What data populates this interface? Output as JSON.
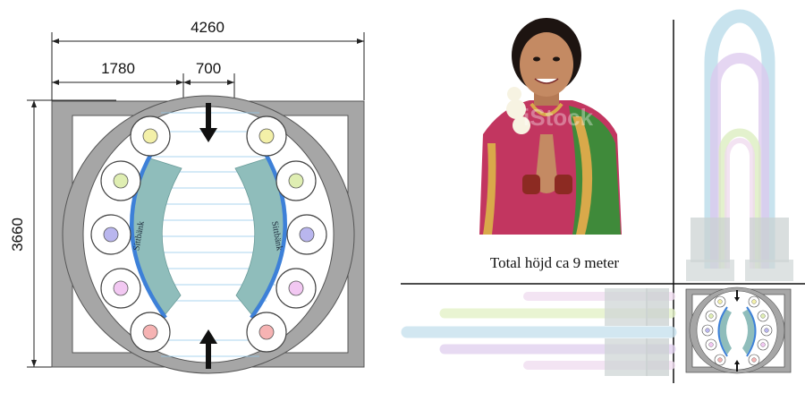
{
  "dimensions": {
    "total_width": "4260",
    "left_wall": "1780",
    "opening": "700",
    "total_height": "3660"
  },
  "bench_label": "Sittbänk",
  "caption": "Total höjd ca 9 meter",
  "watermark": "iStock",
  "circle_colors": [
    "#f3f0a8",
    "#dfeeb2",
    "#b9b6ee",
    "#f2c8f2",
    "#f6b3b3"
  ],
  "colors": {
    "wall": "#a6a6a6",
    "bench_teal": "#8fbdbb",
    "bench_blue": "#3d80d8",
    "grid_blue": "#8fc8ea",
    "arrow": "#111111"
  }
}
